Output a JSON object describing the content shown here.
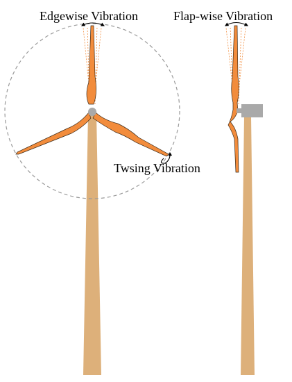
{
  "labels": {
    "edgewise": "Edgewise Vibration",
    "flapwise": "Flap-wise Vibration",
    "twsing": "Twsing Vibration"
  },
  "colors": {
    "blade": "#F28C3C",
    "blade_outline": "#3a2a1a",
    "tower": "#DDB07A",
    "hub": "#A9A9A9",
    "nacelle": "#A9A9A9",
    "rotor_circle": "#9a9a9a",
    "blade_ghost": "#F28C3C"
  }
}
